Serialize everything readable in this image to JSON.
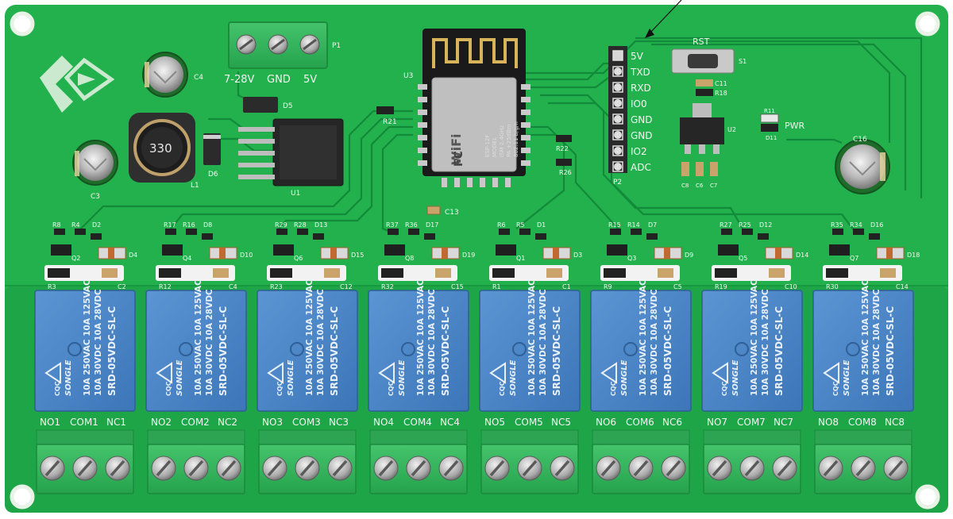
{
  "power_terminal": {
    "ref": "P1",
    "label_vin": "7-28V",
    "label_gnd": "GND",
    "label_5v": "5V"
  },
  "inductor": {
    "marking": "330",
    "ref": "L1"
  },
  "components": {
    "c3": "C3",
    "c4": "C4",
    "d5": "D5",
    "d6": "D6",
    "u1": "U1",
    "u2": "U2",
    "u3": "U3",
    "r21": "R21",
    "r22": "R22",
    "r26": "R26",
    "c13": "C13",
    "c16": "C16",
    "s1": "S1",
    "c11": "C11",
    "r18": "R18",
    "r11": "R11",
    "d11": "D11",
    "c8": "C8",
    "c6b": "C6",
    "c7": "C7",
    "p2": "P2"
  },
  "wifi_module": {
    "brand": "WiFi",
    "model_lines": [
      "ESP-12F",
      "MODEL",
      "ISM 2.4GHz",
      "PA +25dBm",
      "802.11 b/g/n"
    ],
    "cert": "FC"
  },
  "header_pins": [
    "5V",
    "TXD",
    "RXD",
    "IO0",
    "GND",
    "GND",
    "IO2",
    "ADC"
  ],
  "reset_button": {
    "label": "RST"
  },
  "power_led": {
    "label": "PWR"
  },
  "relays": [
    {
      "no": "NO1",
      "com": "COM1",
      "nc": "NC1",
      "r_a": "R8",
      "r_b": "R4",
      "d_a": "D2",
      "d_b": "D4",
      "q": "Q2",
      "r_c": "R3",
      "c": "C2"
    },
    {
      "no": "NO2",
      "com": "COM2",
      "nc": "NC2",
      "r_a": "R17",
      "r_b": "R16",
      "d_a": "D8",
      "d_b": "D10",
      "q": "Q4",
      "r_c": "R12",
      "c": "C4"
    },
    {
      "no": "NO3",
      "com": "COM3",
      "nc": "NC3",
      "r_a": "R29",
      "r_b": "R28",
      "d_a": "D13",
      "d_b": "D15",
      "q": "Q6",
      "r_c": "R23",
      "c": "C12"
    },
    {
      "no": "NO4",
      "com": "COM4",
      "nc": "NC4",
      "r_a": "R37",
      "r_b": "R36",
      "d_a": "D17",
      "d_b": "D19",
      "q": "Q8",
      "r_c": "R32",
      "c": "C15"
    },
    {
      "no": "NO5",
      "com": "COM5",
      "nc": "NC5",
      "r_a": "R6",
      "r_b": "R5",
      "d_a": "D1",
      "d_b": "D3",
      "q": "Q1",
      "r_c": "R1",
      "c": "C1"
    },
    {
      "no": "NO6",
      "com": "COM6",
      "nc": "NC6",
      "r_a": "R15",
      "r_b": "R14",
      "d_a": "D7",
      "d_b": "D9",
      "q": "Q3",
      "r_c": "R9",
      "c": "C5"
    },
    {
      "no": "NO7",
      "com": "COM7",
      "nc": "NC7",
      "r_a": "R27",
      "r_b": "R25",
      "d_a": "D12",
      "d_b": "D14",
      "q": "Q5",
      "r_c": "R19",
      "c": "C10"
    },
    {
      "no": "NO8",
      "com": "COM8",
      "nc": "NC8",
      "r_a": "R35",
      "r_b": "R34",
      "d_a": "D16",
      "d_b": "D18",
      "q": "Q7",
      "r_c": "R30",
      "c": "C14"
    }
  ],
  "relay_markings": {
    "brand": "SONGLE",
    "line1": "10A 250VAC 10A 125VAC",
    "line2": "10A 30VDC 10A 28VDC",
    "model": "SRD-05VDC-SL-C",
    "cert": "CQC"
  },
  "colors": {
    "pcb": "#22b14c",
    "pcb_dark": "#139a3d",
    "relay_blue": "#4a86c8",
    "terminal_green": "#2fb85a"
  }
}
